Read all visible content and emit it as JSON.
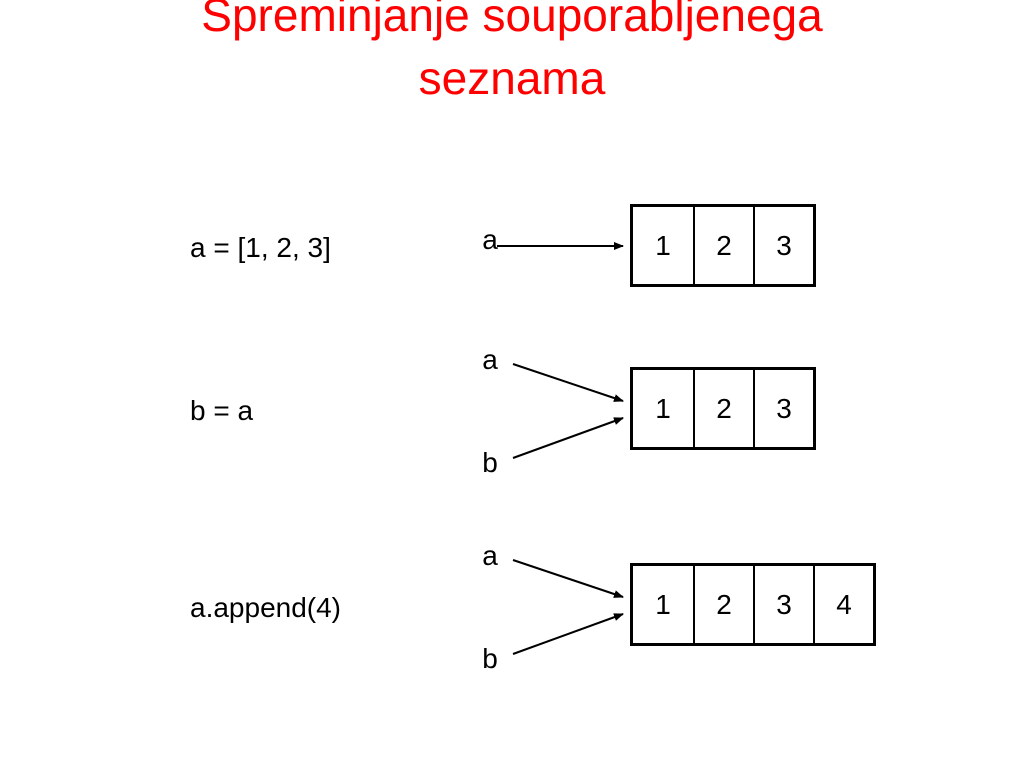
{
  "title": {
    "line1": "Spreminjanje souporabljenega",
    "line2": "seznama"
  },
  "steps": [
    {
      "code": "a = [1, 2, 3]",
      "vars": [
        "a"
      ],
      "list": [
        "1",
        "2",
        "3"
      ]
    },
    {
      "code": "b = a",
      "vars": [
        "a",
        "b"
      ],
      "list": [
        "1",
        "2",
        "3"
      ]
    },
    {
      "code": "a.append(4)",
      "vars": [
        "a",
        "b"
      ],
      "list": [
        "1",
        "2",
        "3",
        "4"
      ]
    }
  ],
  "colors": {
    "title": "#ff0000",
    "text": "#000000"
  }
}
